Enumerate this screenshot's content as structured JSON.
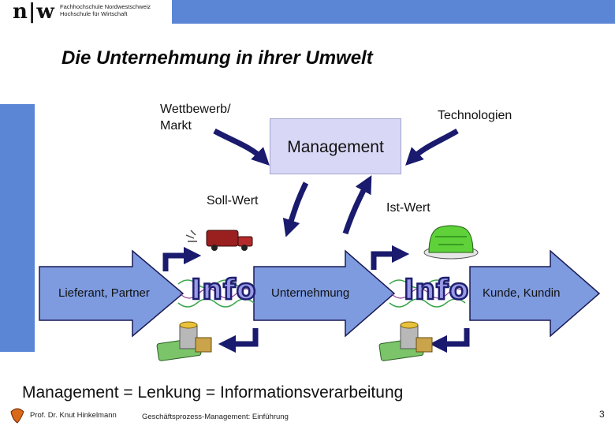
{
  "header": {
    "logo_mark": "n|w",
    "logo_line1": "Fachhochschule Nordwestschweiz",
    "logo_line2": "Hochschule für Wirtschaft"
  },
  "slide": {
    "title": "Die Unternehmung in ihrer Umwelt",
    "diagram": {
      "management": "Management",
      "competition_line1": "Wettbewerb/",
      "competition_line2": "Markt",
      "technologies": "Technologien",
      "target_value": "Soll-Wert",
      "actual_value": "Ist-Wert",
      "supplier": "Lieferant, Partner",
      "company": "Unternehmung",
      "customer": "Kunde, Kundin",
      "info_1": "Info",
      "info_2": "Info"
    },
    "formula": "Management = Lenkung = Informationsverarbeitung"
  },
  "footer": {
    "author": "Prof. Dr. Knut Hinkelmann",
    "course": "Geschäftsprozess-Management: Einführung",
    "page_number": "3"
  },
  "colors": {
    "accent_blue": "#5b86d6",
    "arrow_fill": "#7e9be0",
    "management_box": "#d8d8f6",
    "info_fill": "#9a9ae6"
  }
}
